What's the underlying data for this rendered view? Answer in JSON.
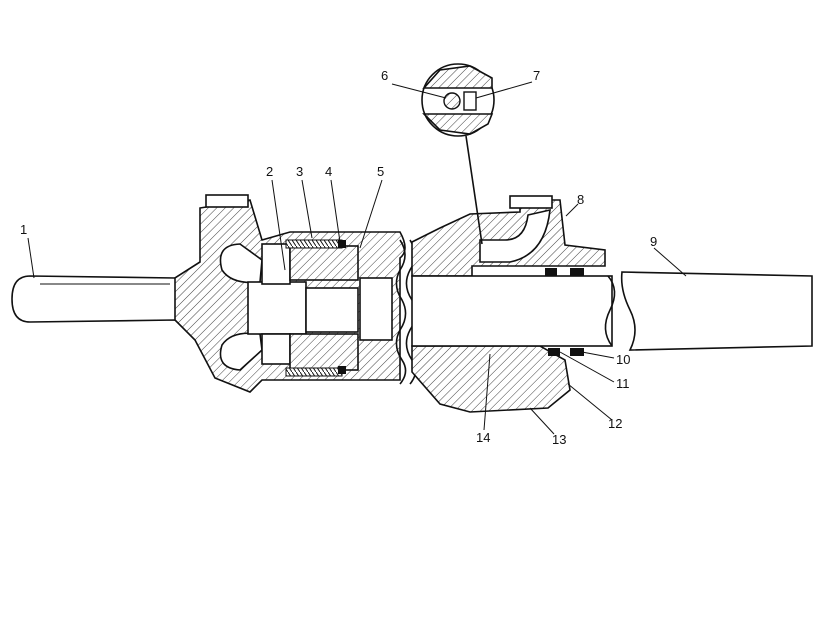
{
  "callouts": [
    "1",
    "2",
    "3",
    "4",
    "5",
    "6",
    "7",
    "8",
    "9",
    "10",
    "11",
    "12",
    "13",
    "14"
  ],
  "colors": {
    "ink": "#111111",
    "paper": "#ffffff"
  }
}
